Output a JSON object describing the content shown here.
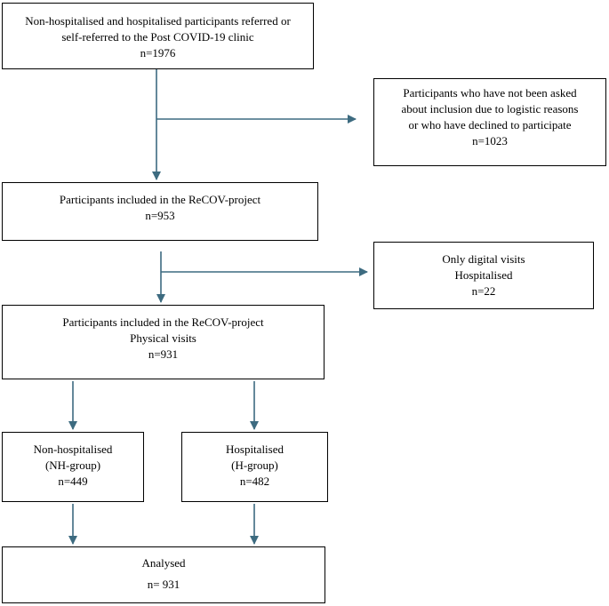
{
  "boxes": {
    "referred": {
      "lines": [
        "Non-hospitalised and hospitalised participants referred or",
        "self-referred to the Post COVID-19 clinic",
        "n=1976"
      ]
    },
    "excluded": {
      "lines": [
        "Participants who have not been asked",
        "about inclusion due to logistic reasons",
        "or who have declined to participate",
        "n=1023"
      ]
    },
    "included": {
      "lines": [
        "Participants included in the ReCOV-project",
        "n=953"
      ]
    },
    "digital": {
      "lines": [
        "Only digital visits",
        "Hospitalised",
        "n=22"
      ]
    },
    "physical": {
      "lines": [
        "Participants included in the ReCOV-project",
        "Physical visits",
        "n=931"
      ]
    },
    "nh_group": {
      "lines": [
        "Non-hospitalised",
        "(NH-group)",
        "n=449"
      ]
    },
    "h_group": {
      "lines": [
        "Hospitalised",
        "(H-group)",
        "n=482"
      ]
    },
    "analysed": {
      "lines": [
        "Analysed",
        "n= 931"
      ]
    }
  },
  "colors": {
    "arrow": "#3d6b80",
    "border": "#000000"
  }
}
